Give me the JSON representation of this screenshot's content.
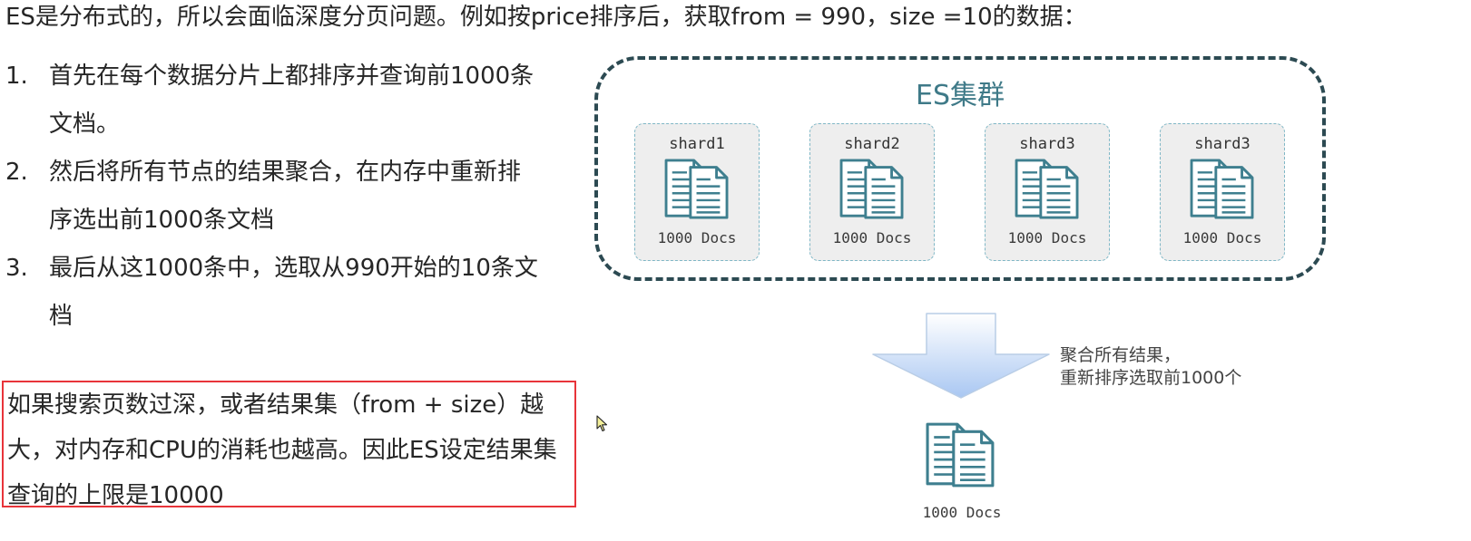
{
  "heading": "ES是分布式的，所以会面临深度分页问题。例如按price排序后，获取from = 990，size =10的数据：",
  "steps": [
    {
      "num": "1.",
      "text": "首先在每个数据分片上都排序并查询前1000条文档。"
    },
    {
      "num": "2.",
      "text": "然后将所有节点的结果聚合，在内存中重新排序选出前1000条文档"
    },
    {
      "num": "3.",
      "text": "最后从这1000条中，选取从990开始的10条文档"
    }
  ],
  "note": "如果搜索页数过深，或者结果集（from + size）越大，对内存和CPU的消耗也越高。因此ES设定结果集查询的上限是10000",
  "cluster": {
    "title": "ES集群",
    "shards": [
      {
        "name": "shard1",
        "docs": "1000 Docs"
      },
      {
        "name": "shard2",
        "docs": "1000 Docs"
      },
      {
        "name": "shard3",
        "docs": "1000 Docs"
      },
      {
        "name": "shard3",
        "docs": "1000 Docs"
      }
    ]
  },
  "merge": {
    "line1": "聚合所有结果，",
    "line2": "重新排序选取前1000个"
  },
  "result": {
    "docs": "1000 Docs"
  },
  "colors": {
    "note_border": "#e8343a",
    "cluster_border": "#2c4a52",
    "cluster_title": "#3f7a88",
    "icon_stroke": "#3e7f8f",
    "arrow_top": "#ffffff",
    "arrow_bottom": "#a9c7f2"
  },
  "icons": [
    "documents-icon",
    "down-arrow-icon",
    "mouse-cursor-icon"
  ]
}
